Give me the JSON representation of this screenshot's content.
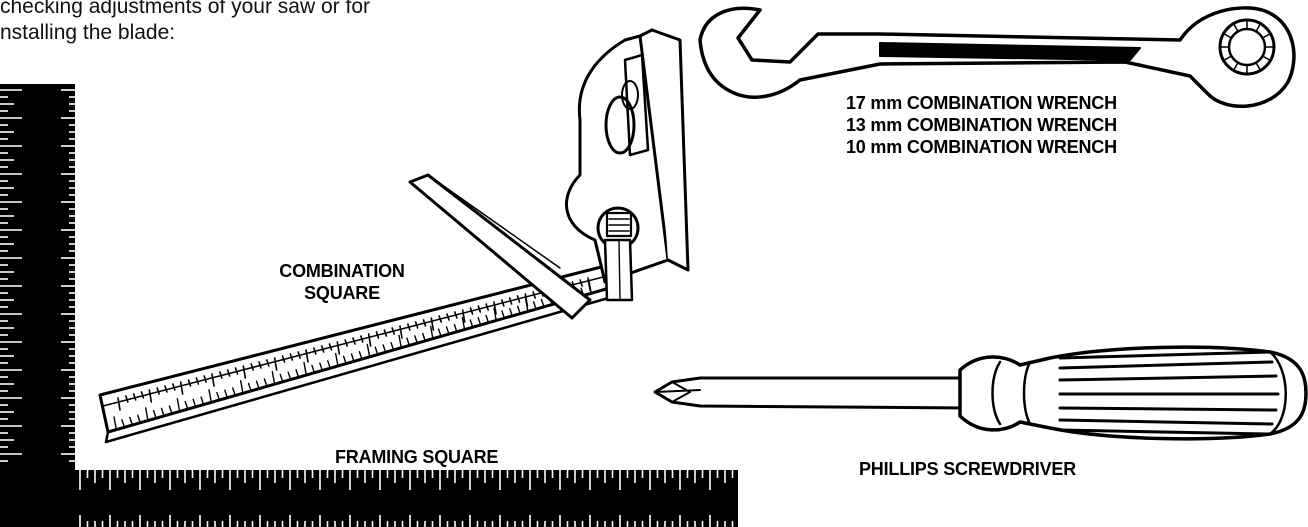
{
  "intro_text": {
    "line_1": "checking adjustments of your saw or for",
    "line_2": "nstalling the blade:"
  },
  "labels": {
    "wrench_17": "17 mm COMBINATION WRENCH",
    "wrench_13": "13 mm COMBINATION WRENCH",
    "wrench_10": "10 mm COMBINATION WRENCH",
    "combination_square_line_1": "COMBINATION",
    "combination_square_line_2": "SQUARE",
    "framing_square": "FRAMING SQUARE",
    "phillips_screwdriver": "PHILLIPS SCREWDRIVER"
  },
  "colors": {
    "ink": "#000000",
    "paper": "#ffffff"
  },
  "icons": [
    "framing-square-icon",
    "combination-square-icon",
    "combination-wrench-icon",
    "phillips-screwdriver-icon"
  ]
}
